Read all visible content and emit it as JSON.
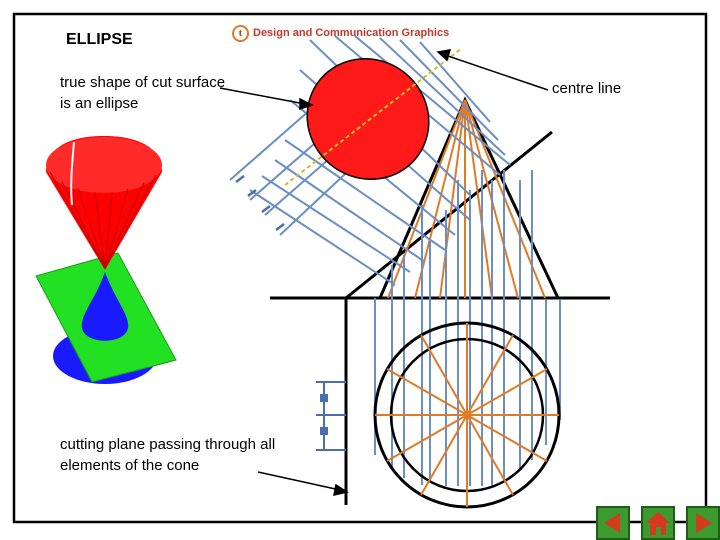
{
  "header": {
    "title": "ELLIPSE",
    "logo_letter": "t",
    "logo_text": "Design and Communication Graphics"
  },
  "labels": {
    "true_shape": "true shape of cut surface is an ellipse",
    "centre_line": "centre line",
    "cutting_plane": "cutting plane passing through all elements of the cone"
  },
  "colors": {
    "ellipse_fill": "#ff1a1a",
    "projector_blue": "#6b8fc4",
    "generator_orange": "#e07a25",
    "cone_red": "#ff0000",
    "cone_blue": "#1a1aff",
    "plane_green": "#22e022",
    "nav_green": "#3c9a2f",
    "nav_red": "#d43a1e"
  },
  "nav": {
    "prev_icon": "triangle-left-icon",
    "home_icon": "home-icon",
    "next_icon": "triangle-right-icon"
  }
}
